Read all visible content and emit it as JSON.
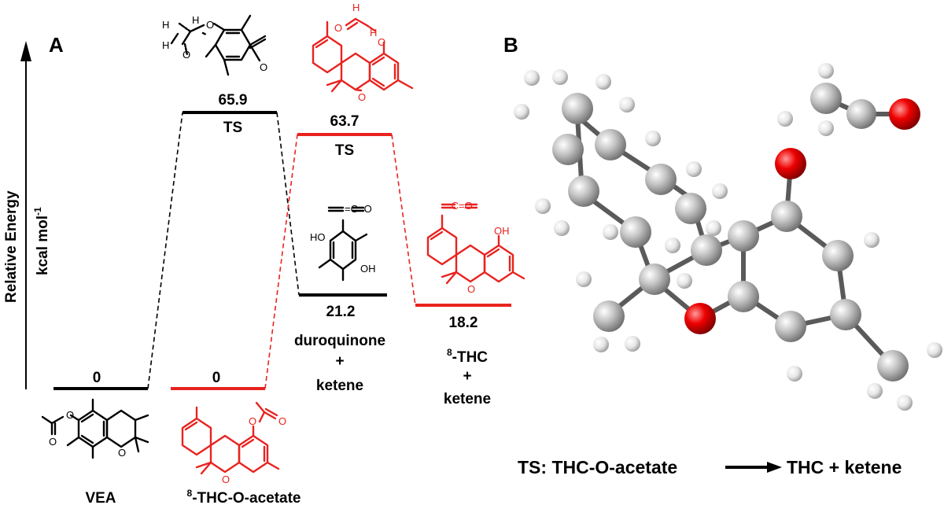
{
  "panel_a": {
    "label": "A",
    "y_axis": {
      "line1": "Relative Energy",
      "line2": "kcal mol",
      "sup": "-1"
    },
    "levels": [
      {
        "key": "vea",
        "energy": "0",
        "name": "VEA",
        "color": "#000000"
      },
      {
        "key": "ts_black",
        "energy": "65.9",
        "name": "TS",
        "color": "#000000"
      },
      {
        "key": "duro",
        "energy": "21.2",
        "name_lines": [
          "duroquinone",
          "+",
          "ketene"
        ],
        "color": "#000000"
      },
      {
        "key": "thc_ac",
        "energy": "0",
        "name_sup": "8",
        "name": "-THC-O-acetate",
        "color": "#e8231f"
      },
      {
        "key": "ts_red",
        "energy": "63.7",
        "name": "TS",
        "color": "#e8231f"
      },
      {
        "key": "thc",
        "energy": "18.2",
        "name_sup": "8",
        "name_lines": [
          "-THC",
          "+",
          "ketene"
        ],
        "color": "#e8231f"
      }
    ],
    "atom_labels": {
      "O": "O",
      "H": "H",
      "OH": "OH",
      "HO": "HO",
      "ketene": "=C=O"
    }
  },
  "panel_b": {
    "label": "B",
    "caption_left": "TS: THC-O-acetate",
    "caption_right": "THC + ketene",
    "colors": {
      "carbon": "#b4b4b4",
      "hydrogen": "#e8e8e8",
      "oxygen": "#e00000"
    }
  }
}
